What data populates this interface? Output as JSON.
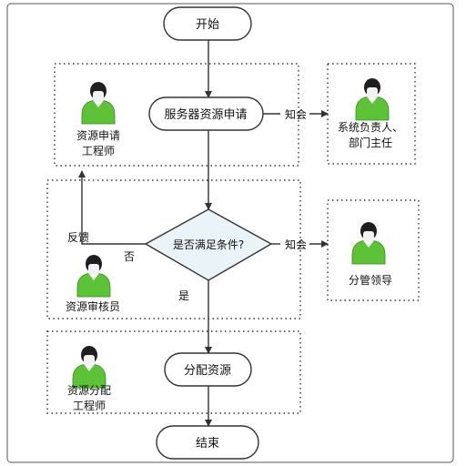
{
  "nodes": {
    "start": "开始",
    "request": "服务器资源申请",
    "decision": "是否满足条件?",
    "allocate": "分配资源",
    "end": "结束"
  },
  "roles": {
    "applicant_line1": "资源申请",
    "applicant_line2": "工程师",
    "auditor": "资源审核员",
    "allocator_line1": "资源分配",
    "allocator_line2": "工程师",
    "system_owner_line1": "系统负责人、",
    "system_owner_line2": "部门主任",
    "leader": "分管领导"
  },
  "edges": {
    "notify_1": "知会",
    "notify_2": "知会",
    "feedback": "反馈",
    "no": "否",
    "yes": "是"
  },
  "colors": {
    "person_green": "#5cc236",
    "person_dark": "#1f1f1f",
    "decision_fill": "#e9f3f8",
    "arrow": "#333333",
    "border": "#555555"
  }
}
